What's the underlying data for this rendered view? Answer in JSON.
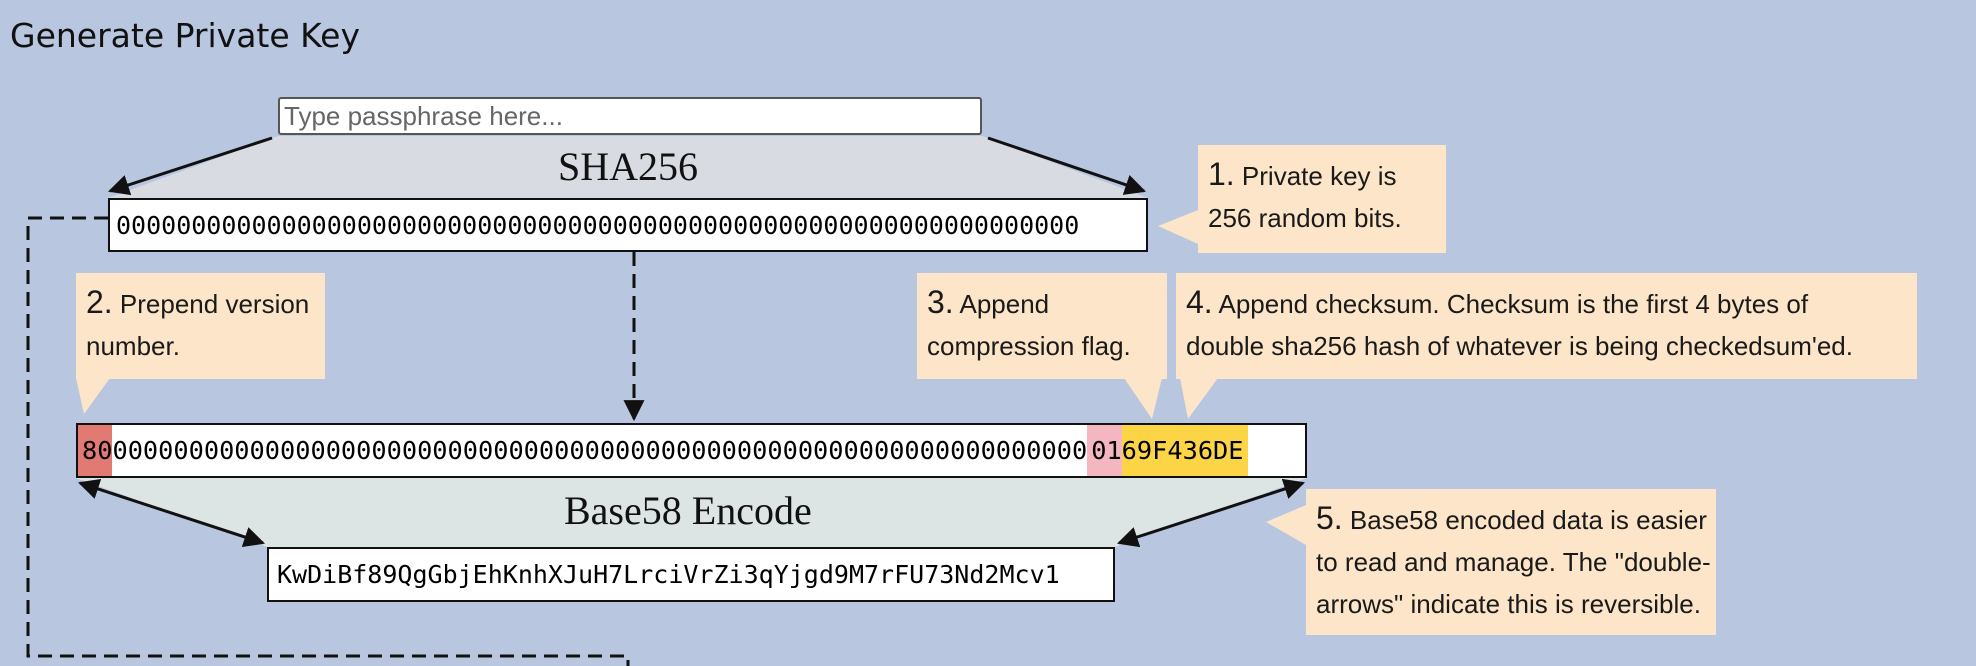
{
  "page": {
    "title": "Generate Private Key"
  },
  "passphrase": {
    "placeholder": "Type passphrase here..."
  },
  "operations": {
    "hash": "SHA256",
    "encode": "Base58 Encode"
  },
  "private_key": {
    "hex": "0000000000000000000000000000000000000000000000000000000000000000"
  },
  "wif_bytes": {
    "version": "80",
    "key": "0000000000000000000000000000000000000000000000000000000000000000",
    "compression_flag": "01",
    "checksum": "69F436DE"
  },
  "base58": {
    "value": "KwDiBf89QgGbjEhKnhXJuH7LrciVrZi3qYjgd9M7rFU73Nd2Mcv1"
  },
  "notes": [
    {
      "num": "1.",
      "text_lines": [
        "Private key is",
        "256 random bits."
      ]
    },
    {
      "num": "2.",
      "text_lines": [
        "Prepend version",
        "number."
      ]
    },
    {
      "num": "3.",
      "text_lines": [
        "Append",
        "compression flag."
      ]
    },
    {
      "num": "4.",
      "text_lines": [
        "Append checksum. Checksum is the first 4 bytes of",
        "double sha256 hash of whatever is being checkedsum'ed."
      ]
    },
    {
      "num": "5.",
      "text_lines": [
        "Base58 encoded data is easier",
        "to read and manage. The \"double-",
        "arrows\" indicate this is reversible."
      ]
    }
  ],
  "colors": {
    "background": "#b8c6e0",
    "version_highlight": "#e07a73",
    "flag_highlight": "#f4b6c0",
    "checksum_highlight": "#fcd546",
    "note_background": "#fce5c8"
  }
}
